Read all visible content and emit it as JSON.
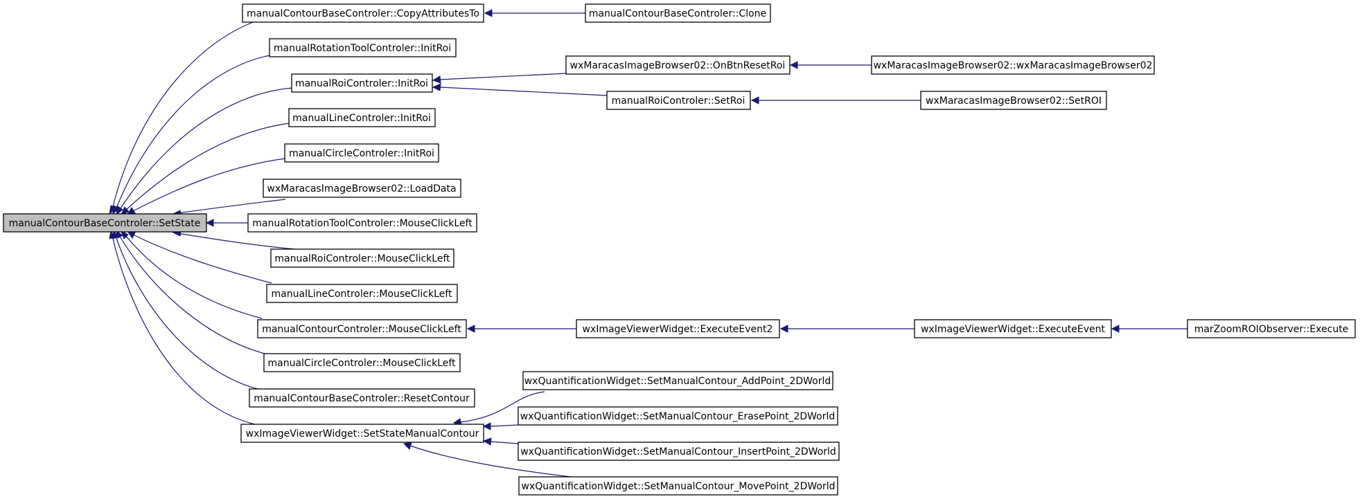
{
  "colors": {
    "edge": "#191970",
    "root_fill": "#bfbfbf",
    "node_fill": "#ffffff",
    "border": "#000000"
  },
  "nodes": {
    "root": "manualContourBaseControler::SetState",
    "copyAttributesTo": "manualContourBaseControler::CopyAttributesTo",
    "clone": "manualContourBaseControler::Clone",
    "rotInitRoi": "manualRotationToolControler::InitRoi",
    "roiInitRoi": "manualRoiControler::InitRoi",
    "onBtnResetRoi": "wxMaracasImageBrowser02::OnBtnResetRoi",
    "browserCtor": "wxMaracasImageBrowser02::wxMaracasImageBrowser02",
    "roiSetRoi": "manualRoiControler::SetRoi",
    "browserSetROI": "wxMaracasImageBrowser02::SetROI",
    "lineInitRoi": "manualLineControler::InitRoi",
    "circleInitRoi": "manualCircleControler::InitRoi",
    "loadData": "wxMaracasImageBrowser02::LoadData",
    "rotMouse": "manualRotationToolControler::MouseClickLeft",
    "roiMouse": "manualRoiControler::MouseClickLeft",
    "lineMouse": "manualLineControler::MouseClickLeft",
    "contourMouse": "manualContourControler::MouseClickLeft",
    "execEvent2": "wxImageViewerWidget::ExecuteEvent2",
    "execEvent": "wxImageViewerWidget::ExecuteEvent",
    "zoomExecute": "marZoomROIObserver::Execute",
    "circleMouse": "manualCircleControler::MouseClickLeft",
    "resetContour": "manualContourBaseControler::ResetContour",
    "setStateManual": "wxImageViewerWidget::SetStateManualContour",
    "addPoint": "wxQuantificationWidget::SetManualContour_AddPoint_2DWorld",
    "erasePoint": "wxQuantificationWidget::SetManualContour_ErasePoint_2DWorld",
    "insertPoint": "wxQuantificationWidget::SetManualContour_InsertPoint_2DWorld",
    "movePoint": "wxQuantificationWidget::SetManualContour_MovePoint_2DWorld"
  }
}
